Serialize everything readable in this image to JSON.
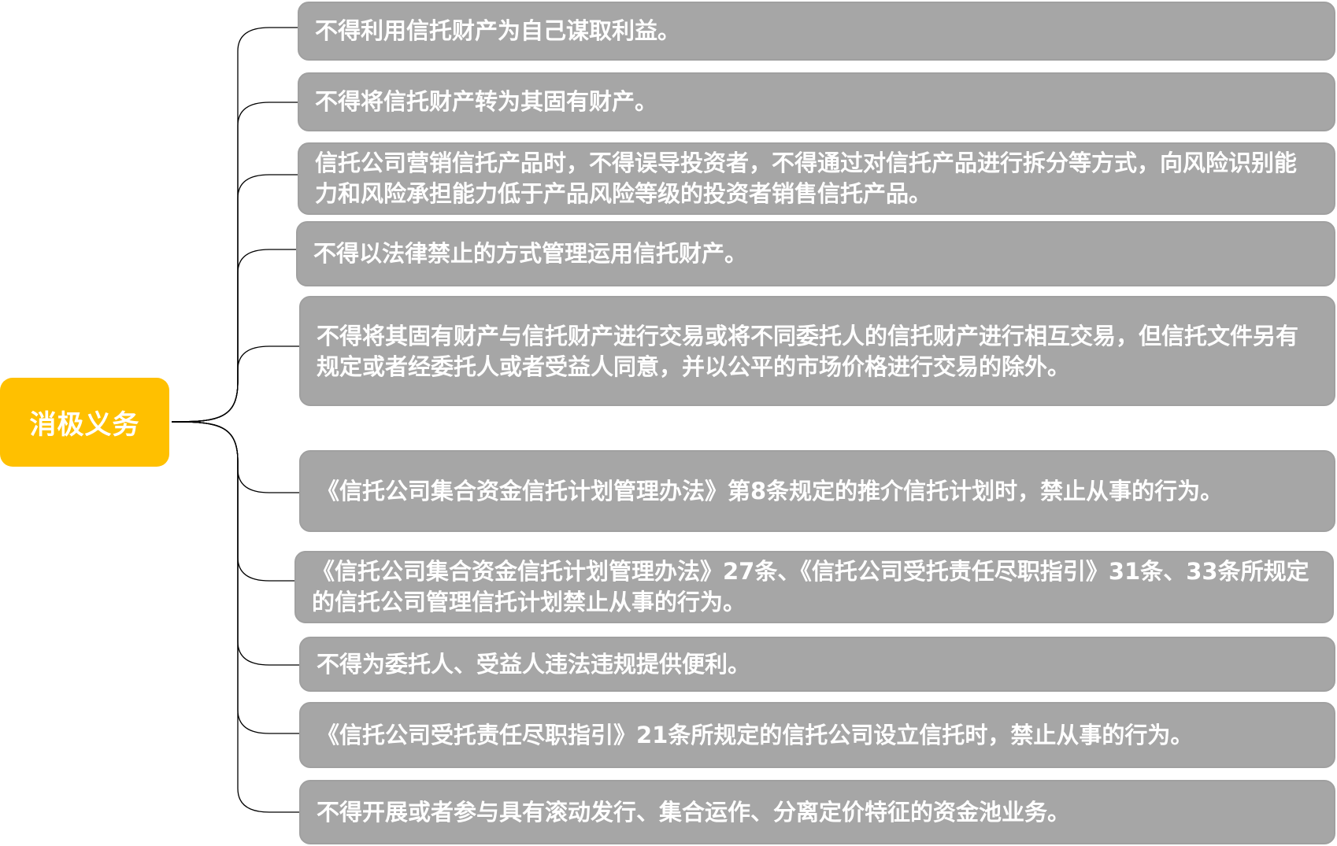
{
  "root": {
    "label": "消极义务",
    "color": "#ffc000"
  },
  "items": [
    {
      "text": "不得利用信托财产为自己谋取利益。"
    },
    {
      "text": "不得将信托财产转为其固有财产。"
    },
    {
      "text": "信托公司营销信托产品时，不得误导投资者，不得通过对信托产品进行拆分等方式，向风险识别能力和风险承担能力低于产品风险等级的投资者销售信托产品。"
    },
    {
      "text": "不得以法律禁止的方式管理运用信托财产。"
    },
    {
      "text": "不得将其固有财产与信托财产进行交易或将不同委托人的信托财产进行相互交易，但信托文件另有规定或者经委托人或者受益人同意，并以公平的市场价格进行交易的除外。"
    },
    {
      "text": "《信托公司集合资金信托计划管理办法》第8条规定的推介信托计划时，禁止从事的行为。"
    },
    {
      "text": "《信托公司集合资金信托计划管理办法》27条、《信托公司受托责任尽职指引》31条、33条所规定的信托公司管理信托计划禁止从事的行为。"
    },
    {
      "text": "不得为委托人、受益人违法违规提供便利。"
    },
    {
      "text": "《信托公司受托责任尽职指引》21条所规定的信托公司设立信托时，禁止从事的行为。"
    },
    {
      "text": "不得开展或者参与具有滚动发行、集合运作、分离定价特征的资金池业务。"
    }
  ],
  "colors": {
    "item_background": "#a6a6a6",
    "connector": "#000000"
  }
}
